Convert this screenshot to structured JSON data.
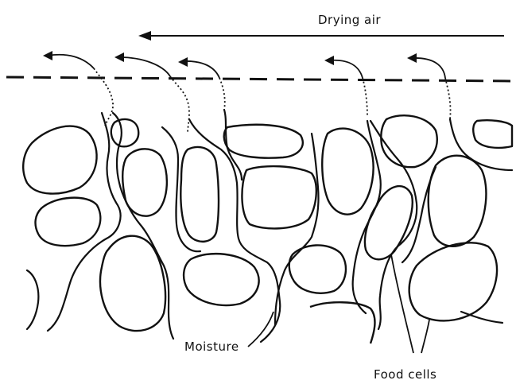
{
  "labels": {
    "drying_air": "Drying air",
    "moisture": "Moisture",
    "food_cells": "Food cells"
  }
}
